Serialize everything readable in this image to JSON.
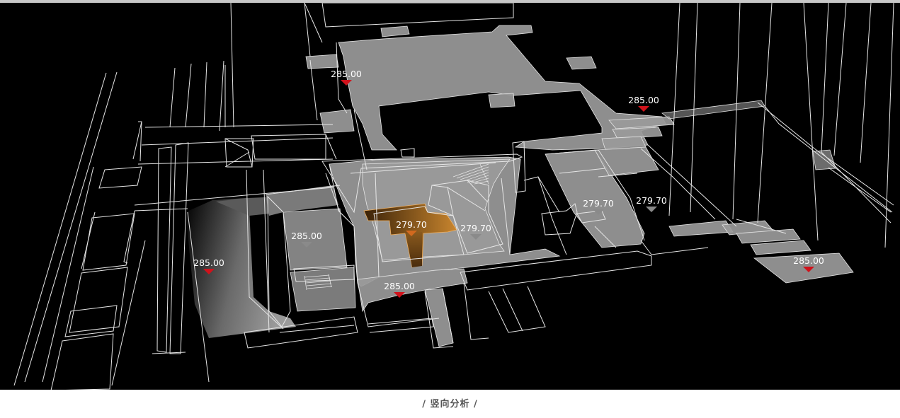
{
  "caption": "/ 竖向分析 /",
  "colors": {
    "background": "#000000",
    "linework": "#e6e6e6",
    "slab_fill": "#9a9a9a",
    "marker_high": "#d0121b",
    "marker_low": "#8a8a8a",
    "marker_highlight": "#d2691e",
    "highlight_fill": "#c8852e",
    "caption_text": "#555555"
  },
  "elevations": [
    {
      "label": "285.00",
      "marker": "high"
    },
    {
      "label": "285.00",
      "marker": "high"
    },
    {
      "label": "285.00",
      "marker": "high"
    },
    {
      "label": "285.00",
      "marker": "high"
    },
    {
      "label": "285.00",
      "marker": "low"
    },
    {
      "label": "285.00",
      "marker": "high"
    },
    {
      "label": "279.70",
      "marker": "highlight"
    },
    {
      "label": "279.70",
      "marker": "low"
    },
    {
      "label": "279.70",
      "marker": "low"
    },
    {
      "label": "279.70",
      "marker": "low"
    }
  ]
}
